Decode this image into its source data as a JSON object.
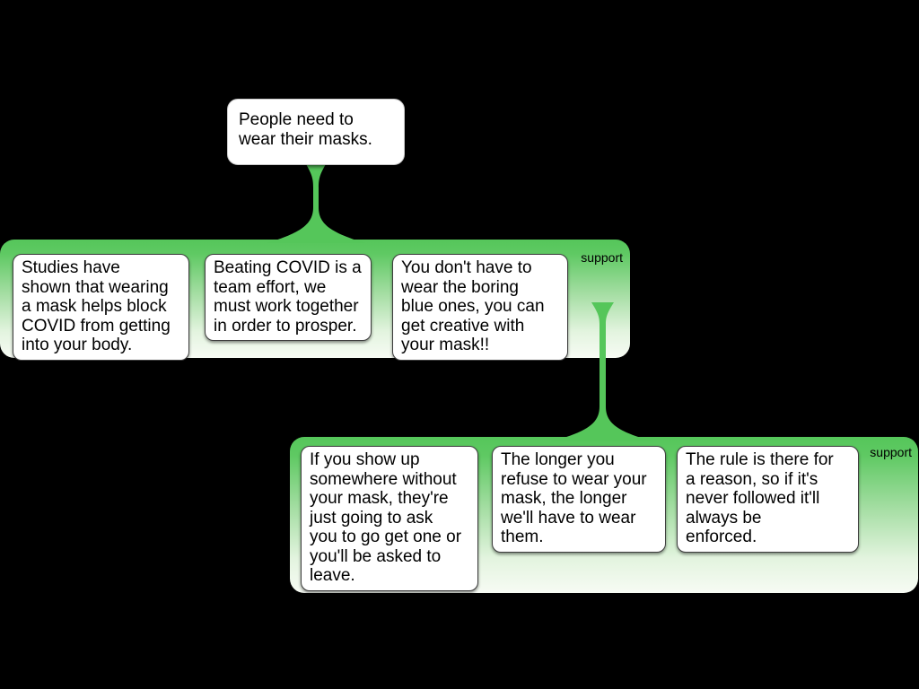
{
  "root_claim": {
    "text": "People need to\nwear their masks."
  },
  "groups": [
    {
      "label": "support",
      "cards": [
        {
          "text": "Studies have\nshown that wearing\na mask helps block\nCOVID from getting\ninto your body."
        },
        {
          "text": "Beating COVID is a\nteam effort, we\nmust work together\nin order to prosper."
        },
        {
          "text": "You don't have to\nwear the boring\nblue ones, you can\nget creative with\nyour mask!!"
        }
      ]
    },
    {
      "label": "support",
      "cards": [
        {
          "text": "If you show up\nsomewhere without\nyour mask, they're\njust going to ask\nyou to go get one or\nyou'll be asked to\nleave."
        },
        {
          "text": "The longer you\nrefuse to wear your\nmask, the longer\nwe'll have to wear\nthem."
        },
        {
          "text": "The rule is there for\na reason, so if it's\nnever followed it'll\nalways be\nenforced."
        }
      ]
    }
  ],
  "colors": {
    "connector_green": "#55c65a",
    "group_gradient_top": "#55c65a",
    "group_gradient_bottom": "#f7fbf4",
    "canvas_background": "#000000",
    "card_background": "#ffffff",
    "card_text": "#000000"
  }
}
